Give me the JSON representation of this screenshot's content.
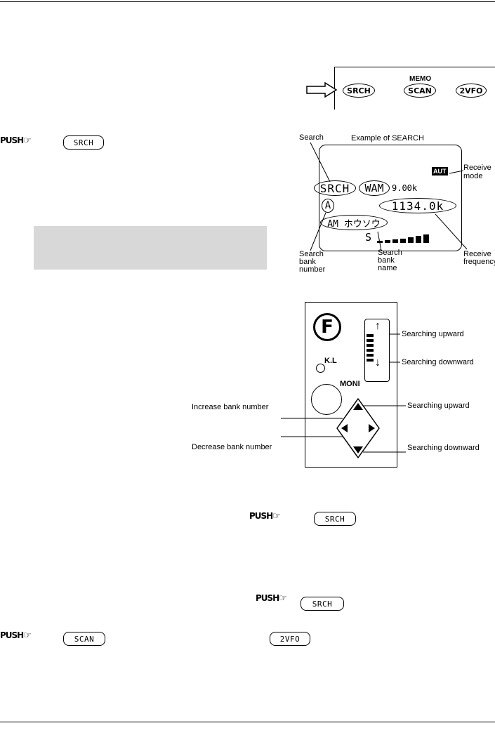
{
  "top_panel": {
    "memo": "MEMO",
    "srch": "SRCH",
    "scan": "SCAN",
    "vfo": "2VFO"
  },
  "push_label": "PUSH",
  "keys": {
    "srch": "SRCH",
    "scan": "SCAN",
    "vfo": "2VFO"
  },
  "lcd": {
    "title": "Example of SEARCH",
    "callout_search": "Search",
    "callout_receive_mode": "Receive mode",
    "callout_search_bank_number": "Search bank number",
    "callout_search_bank_name": "Search bank name",
    "callout_receive_frequency": "Receive frequency",
    "aut": "AUT",
    "srch": "SRCH",
    "mode": "WAM",
    "step": "9.00k",
    "bank": "A",
    "freq": "1134.0k",
    "bank_name": "AM ホウソウ",
    "signal": "S"
  },
  "keypad": {
    "f_key": "F",
    "kl": "K.L",
    "moni": "MONI",
    "searching_upward_1": "Searching upward",
    "searching_downward_1": "Searching downward",
    "searching_upward_2": "Searching upward",
    "searching_downward_2": "Searching downward",
    "increase_bank": "Increase bank number",
    "decrease_bank": "Decrease bank number"
  }
}
